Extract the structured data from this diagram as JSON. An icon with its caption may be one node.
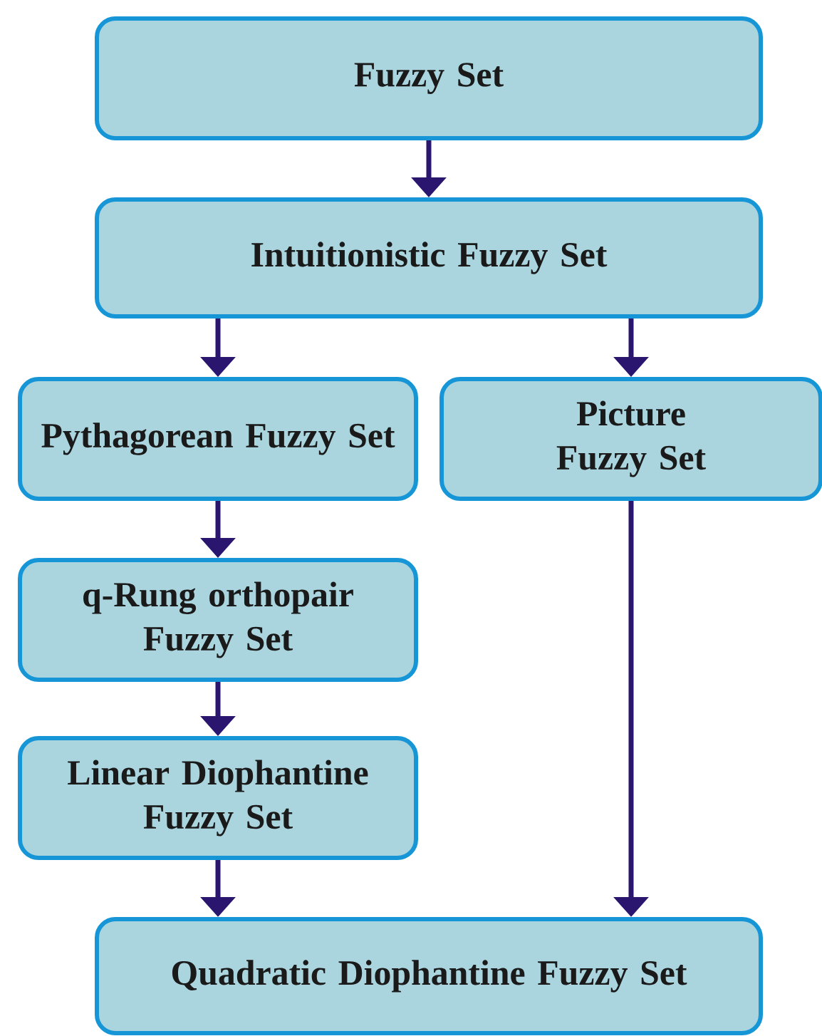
{
  "diagram": {
    "nodes": [
      {
        "text": [
          "Fuzzy Set"
        ]
      },
      {
        "text": [
          "Intuitionistic Fuzzy Set"
        ]
      },
      {
        "text": [
          "Pythagorean Fuzzy Set"
        ]
      },
      {
        "text": [
          "Picture Fuzzy Set"
        ]
      },
      {
        "text": [
          "q-Rung orthopair Fuzzy Set"
        ]
      },
      {
        "text": [
          "Linear Diophantine Fuzzy Set"
        ]
      },
      {
        "text": [
          "Quadratic Diophantine Fuzzy Set"
        ]
      }
    ],
    "edges": [
      {
        "from": 0,
        "to": 1,
        "arrow": "to"
      },
      {
        "from": 1,
        "to": 2,
        "arrow": "to"
      },
      {
        "from": 1,
        "to": 3,
        "arrow": "to"
      },
      {
        "from": 2,
        "to": 4,
        "arrow": "to"
      },
      {
        "from": 4,
        "to": 5,
        "arrow": "to"
      },
      {
        "from": 5,
        "to": 6,
        "arrow": "to"
      },
      {
        "from": 3,
        "to": 6,
        "arrow": "to"
      }
    ]
  }
}
